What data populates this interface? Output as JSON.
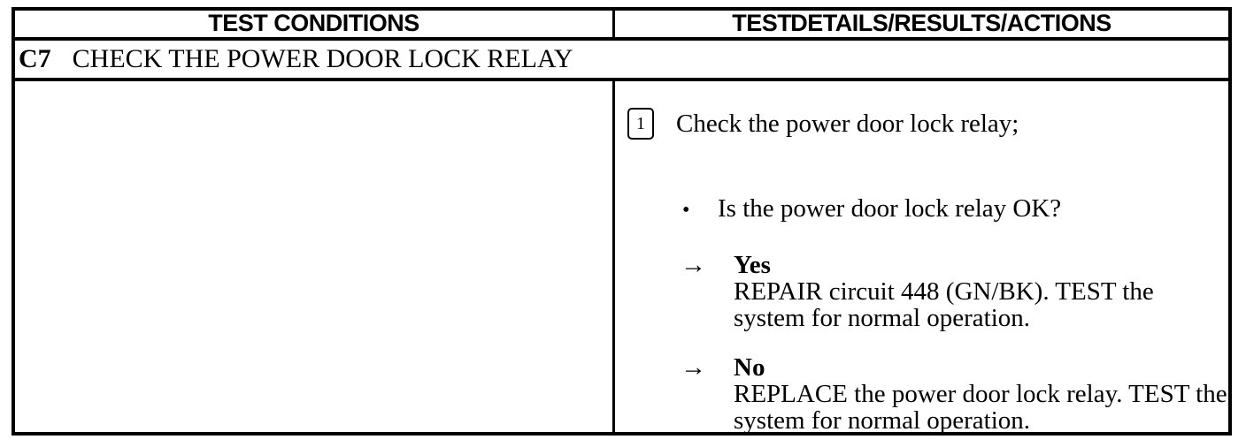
{
  "colors": {
    "ink": "#000000",
    "paper": "#ffffff"
  },
  "table": {
    "columns": {
      "left_header": "TEST CONDITIONS",
      "right_header": "TEST DETAILS/RESULTS/ACTIONS"
    },
    "test": {
      "id": "C7",
      "title": "CHECK THE POWER DOOR LOCK RELAY"
    },
    "details": {
      "step": {
        "number": "1",
        "text": "Check the power door lock relay;"
      },
      "question": {
        "bullet": "•",
        "text": "Is the power door lock relay OK?"
      },
      "results": [
        {
          "arrow": "→",
          "label": "Yes",
          "action": "REPAIR circuit 448 (GN/BK). TEST the system for normal operation."
        },
        {
          "arrow": "→",
          "label": "No",
          "action": "REPLACE the power door lock relay. TEST the system for normal operation."
        }
      ]
    }
  }
}
